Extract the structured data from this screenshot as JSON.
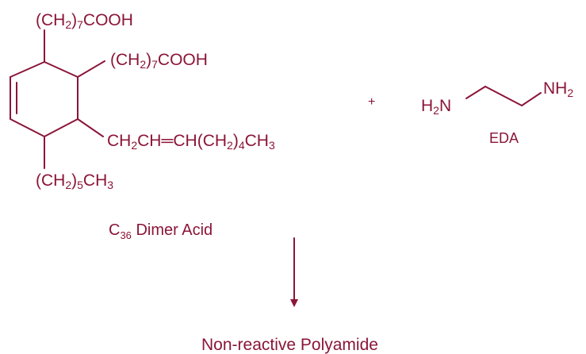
{
  "colors": {
    "ink": "#8b1538",
    "background": "#ffffff"
  },
  "dimer_acid": {
    "chain_top": {
      "p1": "(CH",
      "sub1": "2",
      "p2": ")",
      "sub2": "7",
      "p3": "COOH"
    },
    "chain_right": {
      "p1": "(CH",
      "sub1": "2",
      "p2": ")",
      "sub2": "7",
      "p3": "COOH"
    },
    "chain_alkenyl": {
      "p1": "CH",
      "sub1": "2",
      "p2": "CH",
      "bond": "═",
      "p3": "CH(CH",
      "sub2": "2",
      "p4": ")",
      "sub3": "4",
      "p5": "CH",
      "sub4": "3"
    },
    "chain_bottom": {
      "p1": "(CH",
      "sub1": "2",
      "p2": ")",
      "sub2": "5",
      "p3": "CH",
      "sub3": "3"
    },
    "label": {
      "prefix": "C",
      "sub": "36",
      "rest": " Dimer Acid"
    }
  },
  "plus_sign": "+",
  "eda": {
    "left_amine": {
      "p1": "H",
      "sub": "2",
      "p2": "N"
    },
    "right_amine": {
      "p1": "NH",
      "sub": "2"
    },
    "label": "EDA"
  },
  "product": "Non-reactive Polyamide"
}
